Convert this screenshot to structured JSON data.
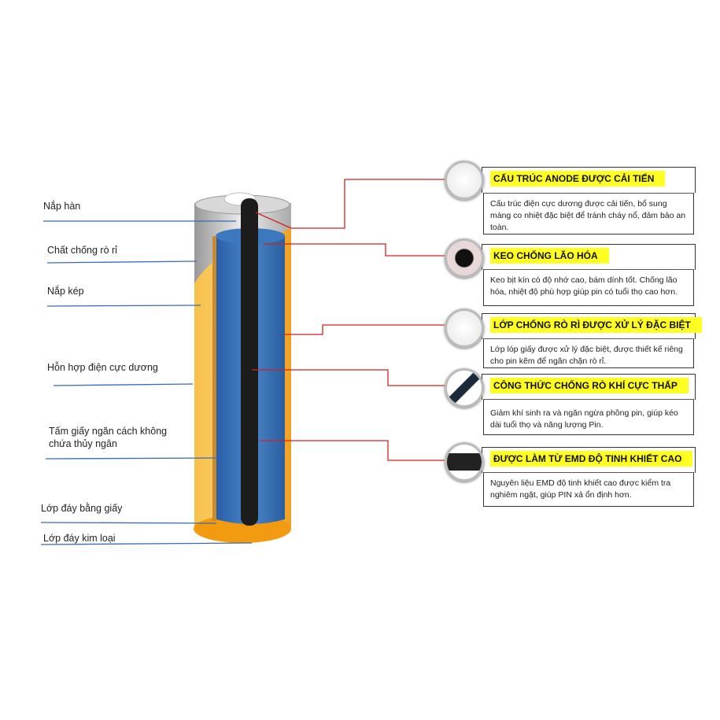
{
  "left_labels": [
    {
      "text": "Nắp hàn"
    },
    {
      "text": "Chất chống rò rỉ"
    },
    {
      "text": "Nắp kép"
    },
    {
      "text": "Hỗn hợp điện cực dương"
    },
    {
      "text": "Tấm giấy ngăn cách không chứa thủy ngân"
    },
    {
      "text": "Lớp đáy bằng giấy"
    },
    {
      "text": "Lớp đáy kim loại"
    }
  ],
  "features": [
    {
      "title": "CẤU TRÚC ANODE ĐƯỢC CẢI TIẾN",
      "desc": "Cấu trúc điện cực dương được cải tiến, bổ sung màng co nhiệt đặc biệt để tránh cháy nổ, đảm bảo an toàn.",
      "icon": "anode-cap-icon"
    },
    {
      "title": "KEO CHỐNG LÃO HÓA",
      "desc": "Keo bịt kín có độ nhớ cao, bám dính tốt. Chống lão hóa, nhiệt độ phù hợp giúp pin có tuổi thọ cao hơn.",
      "icon": "seal-icon"
    },
    {
      "title": "LỚP CHỐNG RÒ RÌ ĐƯỢC XỬ LÝ ĐẶC BIỆT",
      "desc": "Lớp lóp giấy được xử lý đặc biệt, được thiết kế riêng cho pin kẽm để ngăn chặn rò rỉ.",
      "icon": "paper-roll-icon"
    },
    {
      "title": "CÔNG THỨC CHỐNG RÒ KHÍ CỰC THẤP",
      "desc": "Giảm khí sinh ra và ngăn ngừa phồng pin, giúp kéo dài tuổi thọ và năng lượng Pin.",
      "icon": "carbon-rod-icon"
    },
    {
      "title": "ĐƯỢC LÀM TỪ EMD ĐỘ TINH KHIẾT CAO",
      "desc": "Nguyên liệu EMD độ tinh khiết cao được kiểm tra nghiêm ngặt, giúp PIN xả ổn định hơn.",
      "icon": "emd-block-icon"
    }
  ],
  "colors": {
    "highlight": "#ffff22",
    "leader_red": "#d42020",
    "leader_blue": "#3a6ab0",
    "casing": "#f5a623",
    "core": "#2e6db4"
  }
}
